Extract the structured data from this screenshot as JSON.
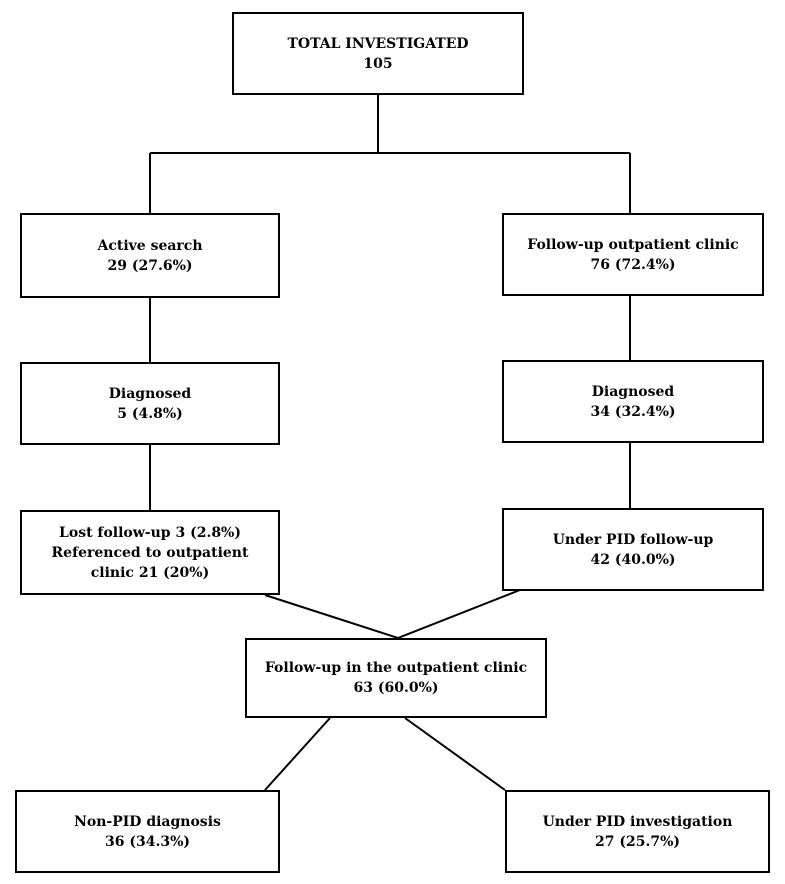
{
  "nodes": {
    "total": {
      "lines": [
        "TOTAL INVESTIGATED",
        "105"
      ]
    },
    "active_search": {
      "lines": [
        "Active search",
        "29 (27.6%)"
      ]
    },
    "followup_clinic": {
      "lines": [
        "Follow-up outpatient clinic",
        "76 (72.4%)"
      ]
    },
    "diagnosed_left": {
      "lines": [
        "Diagnosed",
        "5 (4.8%)"
      ]
    },
    "diagnosed_right": {
      "lines": [
        "Diagnosed",
        "34 (32.4%)"
      ]
    },
    "lost_followup": {
      "lines": [
        "Lost follow-up 3 (2.8%)",
        "Referenced to outpatient",
        "clinic 21 (20%)"
      ]
    },
    "under_pid_followup": {
      "lines": [
        "Under PID follow-up",
        "42 (40.0%)"
      ]
    },
    "followup_in_clinic": {
      "lines": [
        "Follow-up in the outpatient clinic",
        "63 (60.0%)"
      ]
    },
    "non_pid": {
      "lines": [
        "Non-PID diagnosis",
        "36 (34.3%)"
      ]
    },
    "under_pid_investigation": {
      "lines": [
        "Under PID investigation",
        "27 (25.7%)"
      ]
    }
  },
  "colors": {
    "stroke": "#000000",
    "background": "#ffffff",
    "text": "#000000"
  }
}
